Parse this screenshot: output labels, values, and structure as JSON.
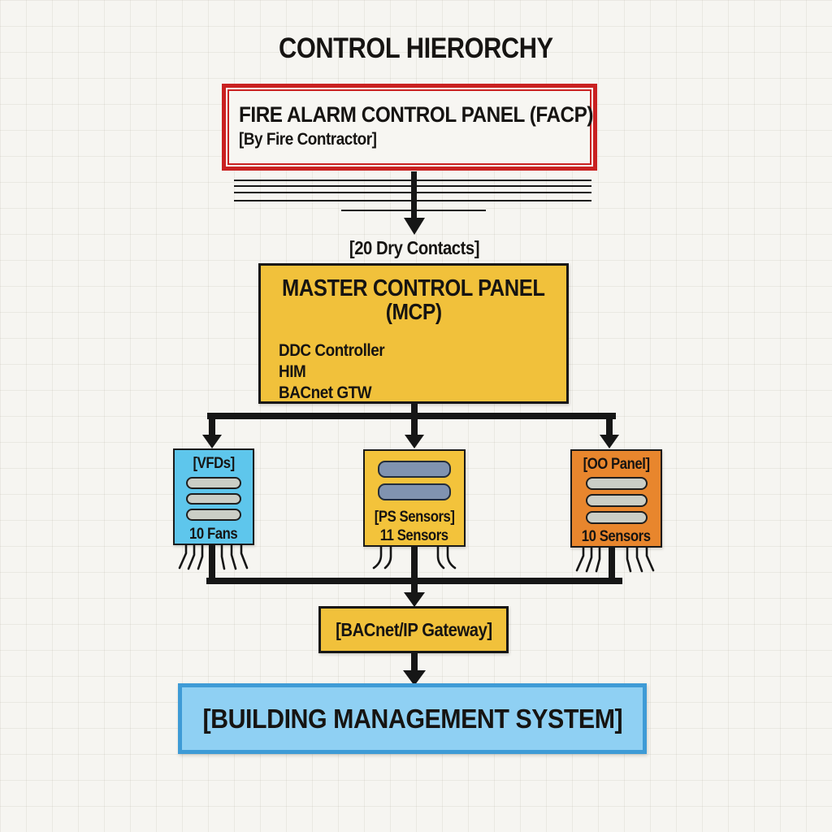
{
  "page": {
    "title": "CONTROL HIERORCHY"
  },
  "facp": {
    "title": "FIRE ALARM CONTROL PANEL (FACP)",
    "subtitle": "[By Fire Contractor]",
    "border_color": "#c92121"
  },
  "dry_contacts_label": "[20 Dry Contacts]",
  "mcp": {
    "title_line1": "MASTER CONTROL PANEL",
    "title_line2": "(MCP)",
    "components": [
      "DDC Controller",
      "HIM",
      "BACnet GTW"
    ],
    "component_0": "DDC Controller",
    "component_1": "HIM",
    "component_2": "BACnet GTW",
    "fill": "#f1c13b"
  },
  "children": [
    {
      "name": "vfd-panel",
      "top_label": "[VFDs]",
      "bottom_label": "10 Fans",
      "pill_count": 3,
      "pill_style": "gray",
      "fill": "#5ec6ec"
    },
    {
      "name": "ps-sensor-panel",
      "label_line1": "[PS Sensors]",
      "label_line2": "11 Sensors",
      "pill_count": 2,
      "pill_style": "slate",
      "fill": "#f3c33b"
    },
    {
      "name": "io-panel",
      "top_label": "[OO Panel]",
      "bottom_label": "10 Sensors",
      "pill_count": 3,
      "pill_style": "gray",
      "fill": "#e8862d"
    }
  ],
  "gateway": {
    "label": "[BACnet/IP Gateway]",
    "fill": "#f1c13b"
  },
  "bms": {
    "label": "[BUILDING MANAGEMENT SYSTEM]",
    "fill": "#8fd0f3",
    "border_color": "#3e9bd6"
  },
  "colors": {
    "background": "#f6f5f1",
    "line_black": "#161616",
    "accent_red": "#c92121",
    "accent_yellow": "#f1c13b",
    "accent_blue": "#5ec6ec",
    "accent_orange": "#e8862d",
    "bms_blue": "#8fd0f3",
    "pill_gray": "#cbcec6",
    "pill_slate": "#8093b0"
  }
}
